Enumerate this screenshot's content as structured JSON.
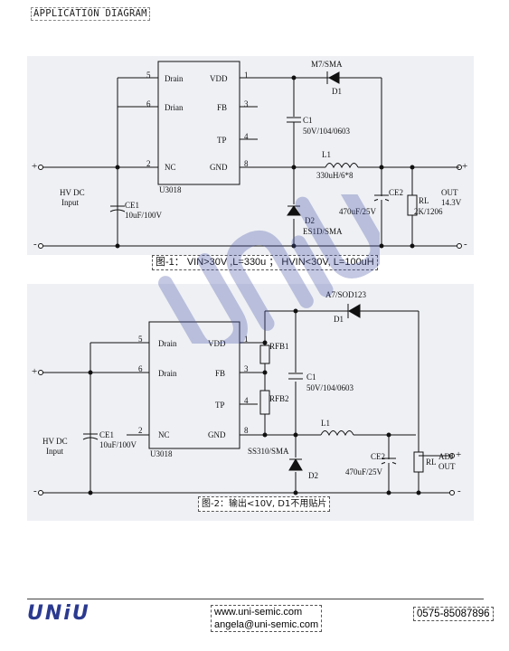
{
  "section_title": "APPLICATION DIAGRAM",
  "diagram1": {
    "ic_name": "U3018",
    "pins": [
      {
        "num": "5",
        "label": "Drain"
      },
      {
        "num": "6",
        "label": "Drian"
      },
      {
        "num": "2",
        "label": "NC"
      },
      {
        "num": "1",
        "label": "VDD"
      },
      {
        "num": "3",
        "label": "FB"
      },
      {
        "num": "4",
        "label": "TP"
      },
      {
        "num": "8",
        "label": "GND"
      }
    ],
    "d1_part": "M7/SMA",
    "d1_name": "D1",
    "c1_name": "C1",
    "c1_value": "50V/104/0603",
    "l1_name": "L1",
    "l1_value": "330uH/6*8",
    "ce1_name": "CE1",
    "ce1_value": "10uF/100V",
    "d2_name": "D2",
    "d2_part": "ES1D/SMA",
    "ce2_name": "CE2",
    "ce2_value": "470uF/25V",
    "rl_name": "RL",
    "rl_value": "2K/1206",
    "out_label": "OUT",
    "out_value": "14.3V",
    "input_label_1": "HV DC",
    "input_label_2": "Input",
    "plus": "+",
    "minus": "-",
    "caption": "图-1： VIN>30V ,L=330u ； HVIN<30V, L=100uH"
  },
  "diagram2": {
    "ic_name": "U3018",
    "pins": [
      {
        "num": "5",
        "label": "Drain"
      },
      {
        "num": "6",
        "label": "Drain"
      },
      {
        "num": "2",
        "label": "NC"
      },
      {
        "num": "1",
        "label": "VDD"
      },
      {
        "num": "3",
        "label": "FB"
      },
      {
        "num": "4",
        "label": "TP"
      },
      {
        "num": "8",
        "label": "GND"
      }
    ],
    "d1_part": "A7/SOD123",
    "d1_name": "D1",
    "rfb1": "RFB1",
    "rfb2": "RFB2",
    "c1_name": "C1",
    "c1_value": "50V/104/0603",
    "l1_name": "L1",
    "ce1_name": "CE1",
    "ce1_value": "10uF/100V",
    "d2_name": "D2",
    "d2_part": "SS310/SMA",
    "ce2_name": "CE2",
    "ce2_value": "470uF/25V",
    "rl_name": "RL",
    "out_label_1": "ADJ",
    "out_label_2": "OUT",
    "input_label_1": "HV DC",
    "input_label_2": "Input",
    "plus": "+",
    "minus": "-",
    "caption": "图-2：输出<10V, D1不用贴片"
  },
  "footer": {
    "logo": "UNiU",
    "website": "www.uni-semic.com",
    "email": "angela@uni-semic.com",
    "phone": "0575-85087896"
  },
  "watermark": "UNiU",
  "colors": {
    "wire": "#111111",
    "diagram_bg": "#eef0f4",
    "logo": "#2b3a8f",
    "watermark": "#4a56a8"
  }
}
